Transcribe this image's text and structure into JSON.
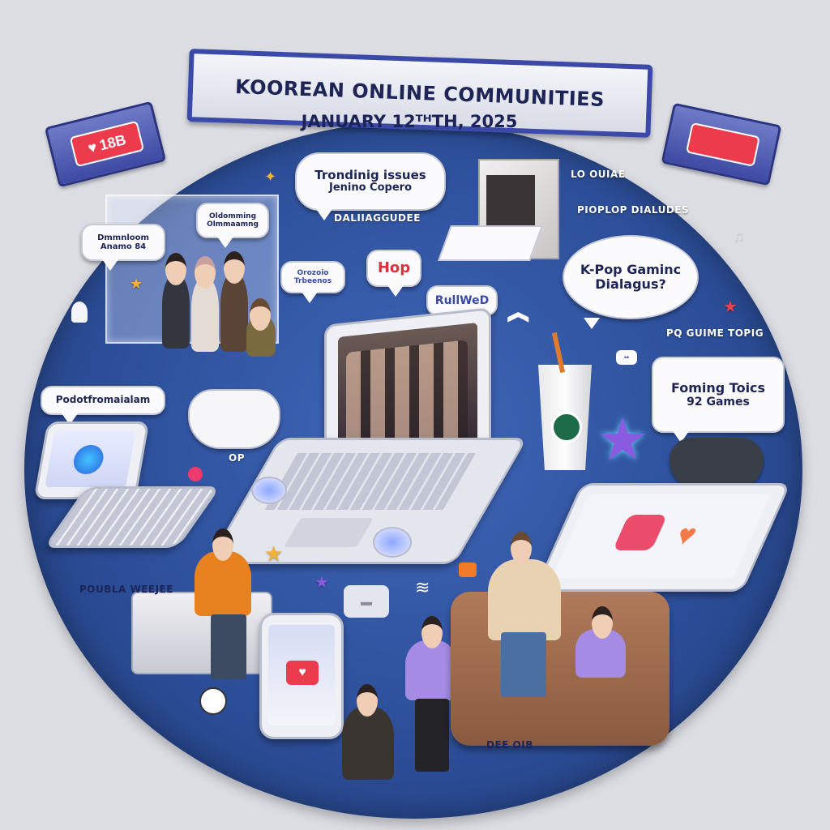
{
  "title": "KOOREAN ONLINE COMMUNITIES",
  "date": "JANUARY 12ᵀᴴTH, 2025",
  "ribbon_left": {
    "badge": "18B",
    "icon": "heart-icon",
    "color": "#ec3b4c"
  },
  "ribbon_right": {
    "badge": "",
    "color": "#ec3b4c"
  },
  "bubbles": {
    "trending": [
      "Trondinig issues",
      "Jenino Copero"
    ],
    "kpop_gaming": [
      "K-Pop Gaminc",
      "Dialagus?"
    ],
    "forming": [
      "Foming Toics",
      "92 Games"
    ],
    "hop": "Hop",
    "rullwed": "RullWeD",
    "glass_left": [
      "Dmmnloom",
      "Anamo 84"
    ],
    "glass_right": [
      "Oldomming",
      "Olmmaamng"
    ],
    "small_left": [
      "Orozoio",
      "Trbeenos"
    ],
    "podium": "Podotfromaialam"
  },
  "labels": {
    "daliaggudee": "DALIIAGGUDEE",
    "lo_ouiae": "LO OUIAE",
    "piplop": "PIOPLOP DIALUDES",
    "pq_game": "PQ GUIME TOPIG",
    "op": "OP",
    "poubla": "POUBLA WEEJEE",
    "dee": "DEE OIB"
  },
  "colors": {
    "scene_blue": "#2d4f9a",
    "banner_border": "#3b4aa8",
    "accent_red": "#ec3b4c",
    "text_navy": "#1d2456"
  }
}
